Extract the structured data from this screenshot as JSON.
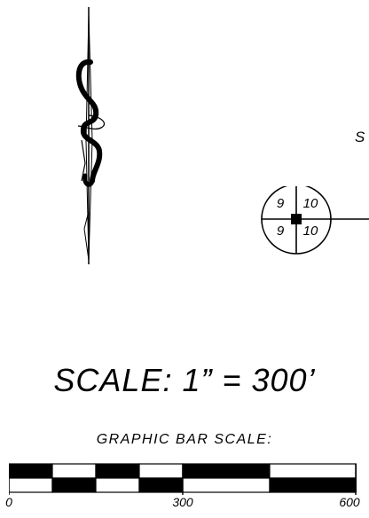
{
  "north_arrow": {
    "icon": "north-arrow-icon"
  },
  "section_label": {
    "text": "S"
  },
  "corner_symbol": {
    "icon": "section-corner-icon",
    "top_left": "9",
    "top_right": "10",
    "bottom_left": "9",
    "bottom_right": "10"
  },
  "scale_title": "SCALE:  1”  =  300’",
  "bar_scale": {
    "title": "GRAPHIC BAR SCALE:",
    "ticks": [
      "0",
      "300",
      "600"
    ],
    "colors": {
      "dark": "#000000",
      "light": "#ffffff"
    }
  }
}
